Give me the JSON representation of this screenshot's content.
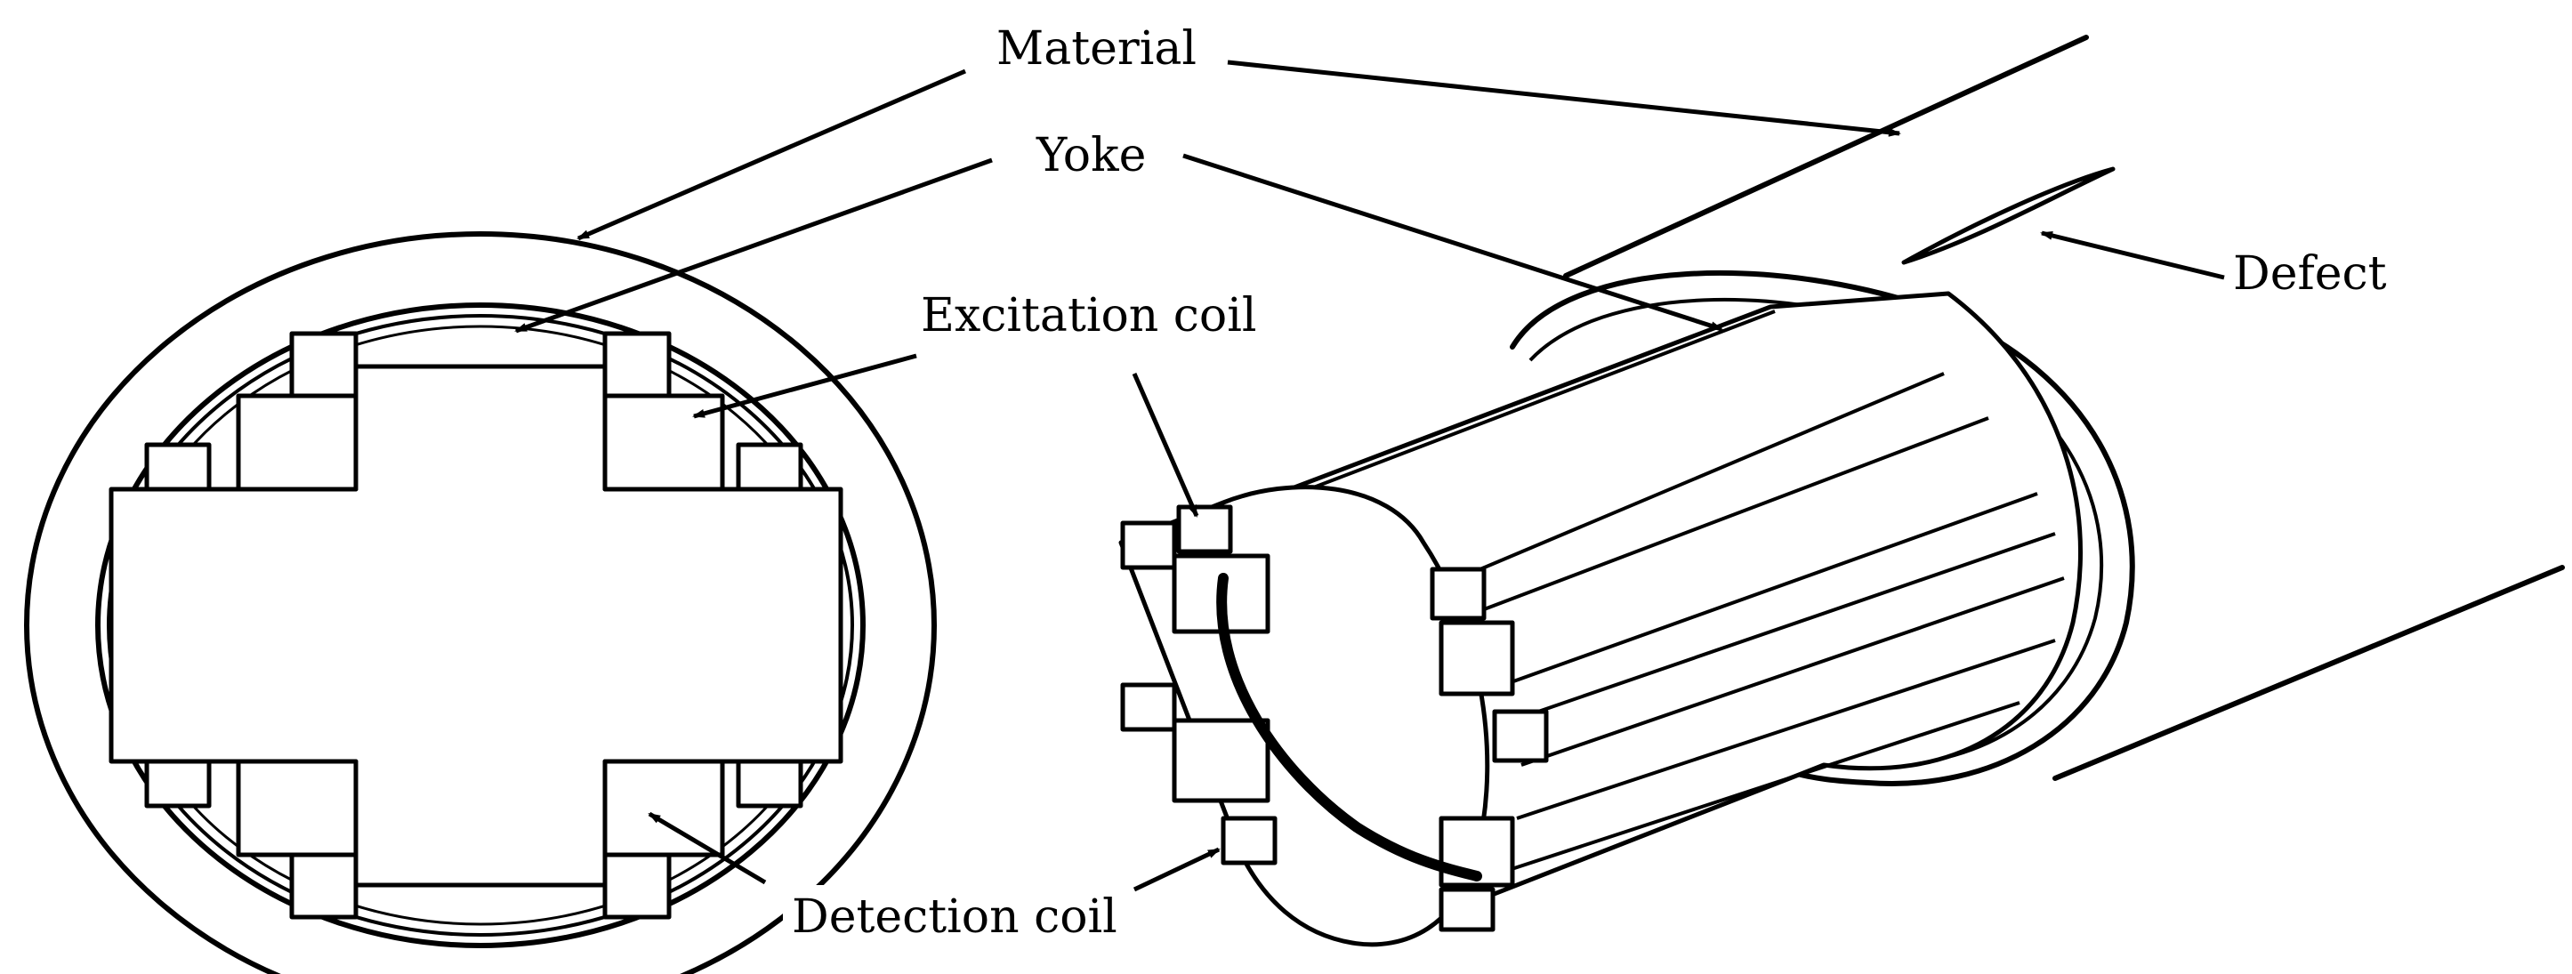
{
  "labels": {
    "material": "Material",
    "yoke": "Yoke",
    "excitation_coil": "Excitation coil",
    "defect": "Defect",
    "detection_coil": "Detection coil"
  },
  "colors": {
    "ink": "#000000",
    "paper": "#ffffff"
  }
}
